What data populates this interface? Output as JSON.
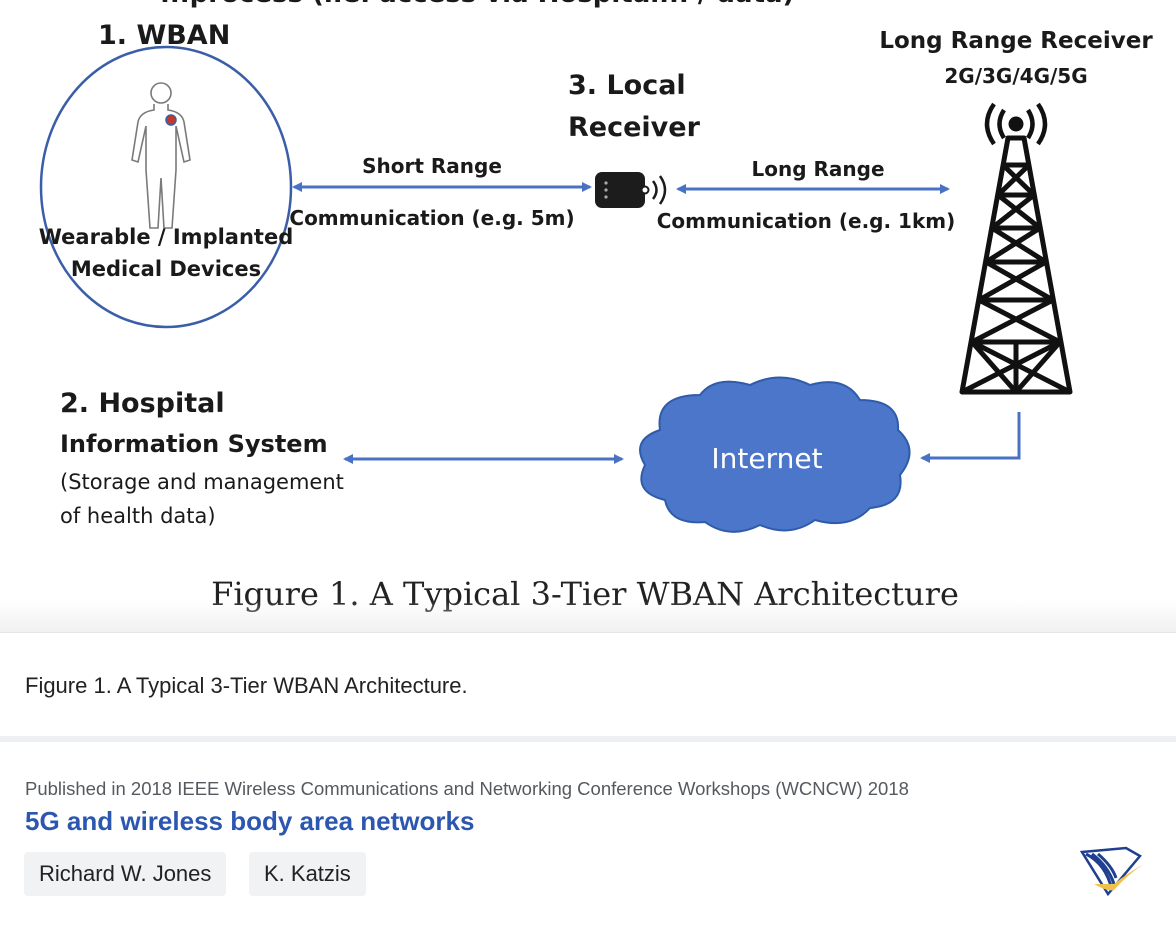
{
  "figure": {
    "partial_top_text": "...process (i.e. access via Hospital... / data)",
    "tier1_title": "1. WBAN",
    "tier1_label_line1": "Wearable / Implanted",
    "tier1_label_line2": "Medical Devices",
    "tier3_title_line1": "3. Local",
    "tier3_title_line2": "Receiver",
    "short_range_top": "Short Range",
    "short_range_bottom": "Communication (e.g. 5m)",
    "long_range_top": "Long Range",
    "long_range_bottom": "Communication (e.g. 1km)",
    "tower_title": "Long Range Receiver",
    "tower_subtitle": "2G/3G/4G/5G",
    "tier2_title_line1": "2. Hospital",
    "tier2_title_line2": "Information System",
    "tier2_desc_line1": "(Storage and management",
    "tier2_desc_line2": "of health data)",
    "cloud_label": "Internet",
    "embedded_caption": "Figure 1. A Typical 3-Tier WBAN Architecture",
    "colors": {
      "arrow": "#4a72c4",
      "cloud": "#4b76c9",
      "circle_border": "#3b5ea8"
    }
  },
  "caption": {
    "text": "Figure 1. A Typical 3-Tier WBAN Architecture."
  },
  "meta": {
    "published": "Published in 2018 IEEE Wireless Communications and Networking Conference Workshops (WCNCW) 2018",
    "title": "5G and wireless body area networks",
    "authors": [
      "Richard W. Jones",
      "K. Katzis"
    ]
  },
  "icons": {
    "logo": "semantic-scholar-logo-icon",
    "person": "human-body-icon",
    "device": "local-receiver-device-icon",
    "tower": "cell-tower-icon",
    "cloud": "internet-cloud-icon"
  },
  "colors": {
    "title_link": "#2c57b0",
    "chip_bg": "#f1f2f4"
  }
}
